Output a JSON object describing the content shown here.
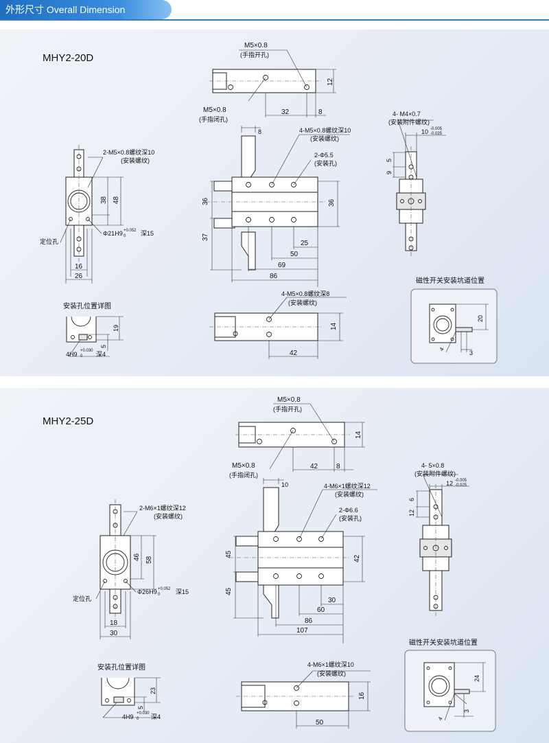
{
  "header": {
    "title": "外形尺寸 Overall Dimension"
  },
  "sections": [
    {
      "model": "MHY2-20D",
      "finger_open_label": "M5×0.8",
      "finger_open_note": "(手指开孔)",
      "finger_close_label": "M5×0.8",
      "finger_close_note": "(手指闭孔)",
      "top_dims": [
        "12",
        "32",
        "8"
      ],
      "side_mount_label": "2-M5×0.8螺纹深10",
      "side_mount_note": "(安装螺纹)",
      "side_dims": [
        "38",
        "48",
        "16",
        "26"
      ],
      "bore_label": "Φ21H9",
      "bore_tol": "+0.052",
      "bore_tol_low": "0",
      "bore_depth": "深15",
      "locate_label": "定位孔",
      "front_mount_label": "4-M5×0.8螺纹深10",
      "front_mount_note": "(安装螺纹)",
      "front_hole_label": "2-Φ5.5",
      "front_hole_note": "(安装孔)",
      "front_dims": [
        "8",
        "36",
        "37",
        "36",
        "25",
        "50",
        "69",
        "86"
      ],
      "acc_label": "4- M4×0.7",
      "acc_note": "(安装附件螺纹)",
      "acc_tol": "10",
      "acc_tol_hi": "-0.005",
      "acc_tol_lo": "-0.025",
      "acc_dims": [
        "5",
        "9"
      ],
      "detail_title": "安装孔位置详图",
      "detail_dims": [
        "19",
        "5"
      ],
      "detail_hole": "4H9",
      "detail_tol": "+0.030",
      "detail_tol_low": "0",
      "detail_depth": "深4",
      "bottom_mount_label": "4-M5×0.8螺纹深8",
      "bottom_mount_note": "(安装螺纹)",
      "bottom_dims": [
        "14",
        "42"
      ],
      "switch_title": "磁性开关安装坑道位置",
      "switch_dims": [
        "20",
        "3",
        "4"
      ]
    },
    {
      "model": "MHY2-25D",
      "finger_open_label": "M5×0.8",
      "finger_open_note": "(手指开孔)",
      "finger_close_label": "M5×0.8",
      "finger_close_note": "(手指闭孔)",
      "top_dims": [
        "14",
        "42",
        "8"
      ],
      "side_mount_label": "2-M6×1螺纹深12",
      "side_mount_note": "(安装螺纹)",
      "side_dims": [
        "46",
        "58",
        "18",
        "30"
      ],
      "bore_label": "Φ26H9",
      "bore_tol": "+0.052",
      "bore_tol_low": "0",
      "bore_depth": "深15",
      "locate_label": "定位孔",
      "front_mount_label": "4-M6×1螺纹深12",
      "front_mount_note": "(安装螺纹)",
      "front_hole_label": "2-Φ6.6",
      "front_hole_note": "(安装孔)",
      "front_dims": [
        "10",
        "45",
        "45",
        "42",
        "30",
        "60",
        "86",
        "107"
      ],
      "acc_label": "4- 5×0.8",
      "acc_note": "(安装附件螺纹)",
      "acc_tol": "12",
      "acc_tol_hi": "-0.005",
      "acc_tol_lo": "-0.025",
      "acc_dims": [
        "6",
        "12"
      ],
      "detail_title": "安装孔位置详图",
      "detail_dims": [
        "23",
        "5"
      ],
      "detail_hole": "4H9",
      "detail_tol": "+0.030",
      "detail_tol_low": "0",
      "detail_depth": "深4",
      "bottom_mount_label": "4-M6×1螺纹深10",
      "bottom_mount_note": "(安装螺纹)",
      "bottom_dims": [
        "16",
        "50"
      ],
      "switch_title": "磁性开关安装坑道位置",
      "switch_dims": [
        "24",
        "3",
        "4"
      ]
    }
  ]
}
